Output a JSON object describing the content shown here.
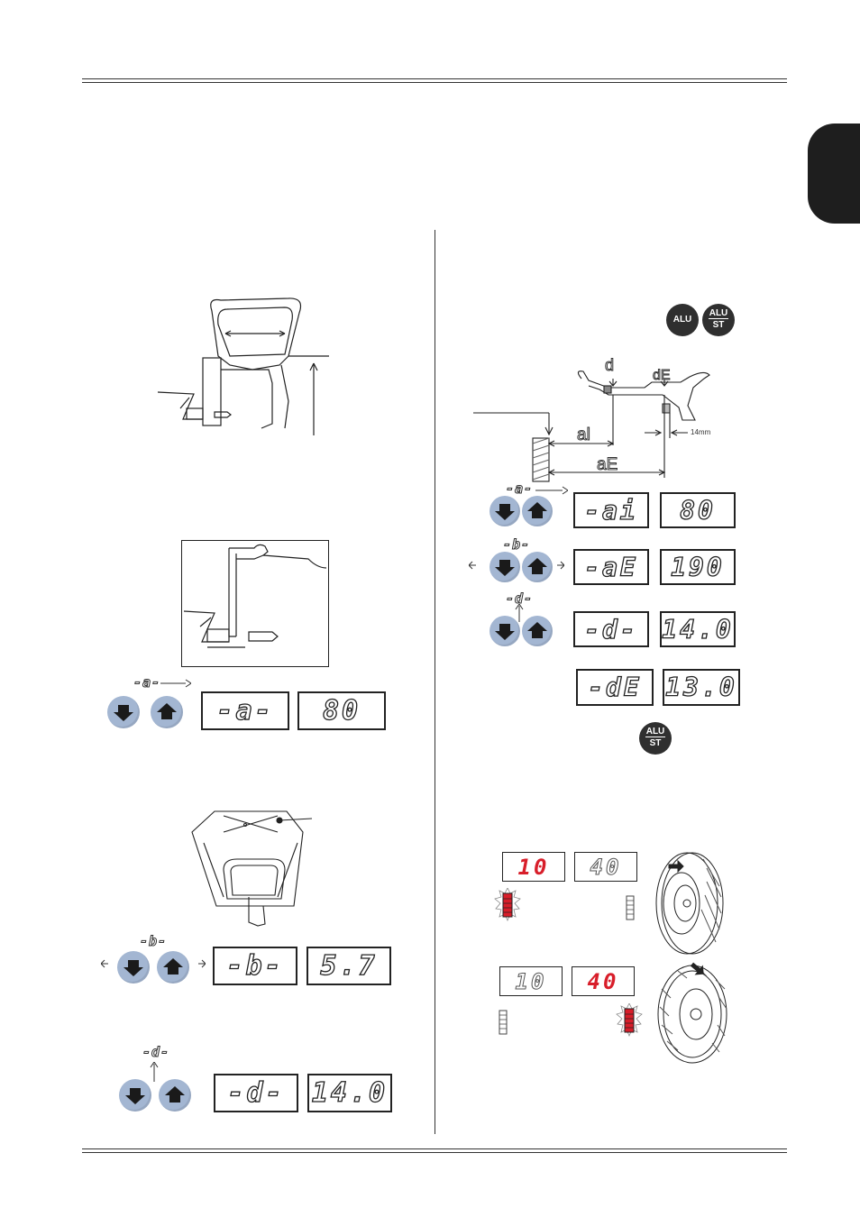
{
  "buttons": {
    "alu": "ALU",
    "alu_top": "ALU",
    "alu_bottom": "ST"
  },
  "diagram_labels": {
    "d": "d",
    "dE": "dE",
    "al": "al",
    "aE": "aE",
    "mm14": "14mm"
  },
  "left": {
    "step_a": {
      "code": "-a-",
      "display_left": "-a-",
      "display_right": "80"
    },
    "step_b": {
      "code": "-b-",
      "display_left": "-b-",
      "display_right": "5.7"
    },
    "step_d": {
      "code": "-d-",
      "display_left": "-d-",
      "display_right": "14.0"
    }
  },
  "right": {
    "code_a": "-a-",
    "code_b": "-b-",
    "code_d": "-d-",
    "row_ai": {
      "display_left": "-ai",
      "display_right": "80"
    },
    "row_aE": {
      "display_left": "-aE",
      "display_right": "190"
    },
    "row_d": {
      "display_left": "-d-",
      "display_right": "14.0"
    },
    "row_dE": {
      "display_left": "-dE",
      "display_right": "13.0"
    },
    "balance_1": {
      "left": "10",
      "right": "40",
      "active": "left"
    },
    "balance_2": {
      "left": "10",
      "right": "40",
      "active": "right"
    }
  },
  "colors": {
    "button_blue": "#a3b6d2",
    "led_red": "#d81e2a",
    "tab_black": "#1e1e1e"
  }
}
